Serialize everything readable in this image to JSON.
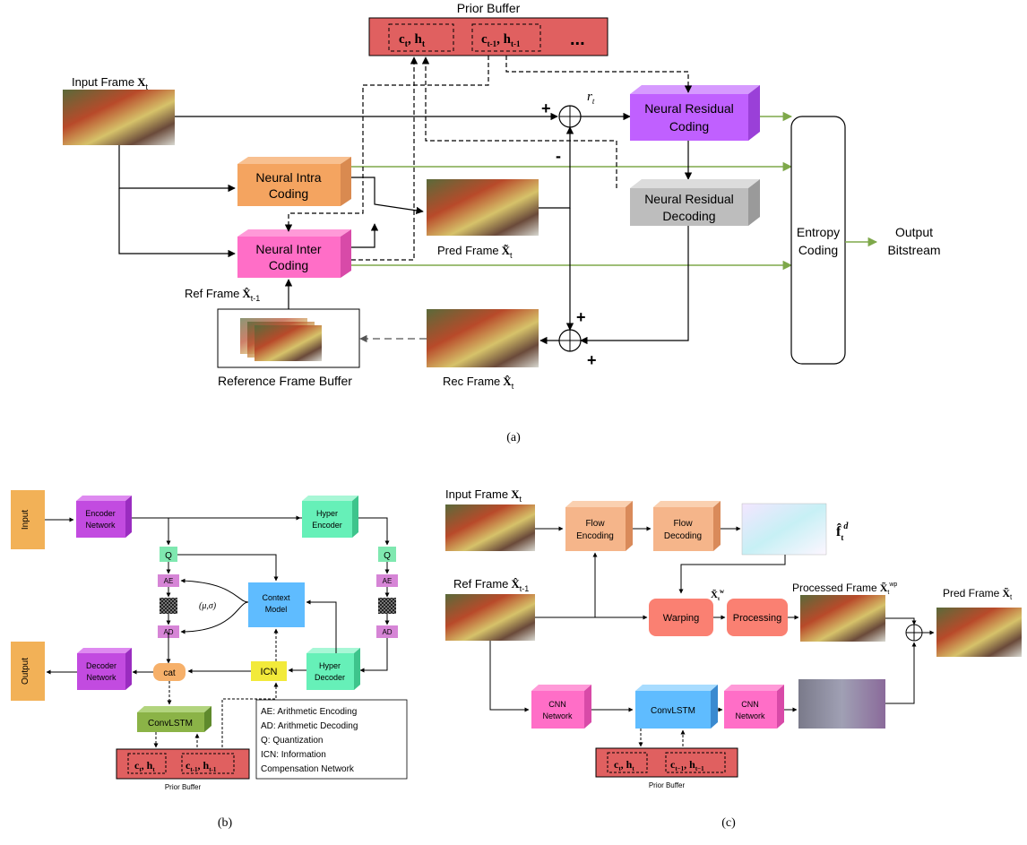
{
  "panel_a": {
    "caption": "(a)",
    "prior_buffer": {
      "title": "Prior Buffer",
      "cell_current": "c",
      "cell_current_sub": "t",
      "cell_h": "h",
      "cell_prev": "c",
      "cell_prev_sub": "t-1",
      "cell_h_prev_sub": "t-1",
      "ellipsis": "..."
    },
    "input_frame": "Input Frame",
    "input_frame_sym": "X",
    "input_frame_sub": "t",
    "neural_intra": [
      "Neural Intra",
      "Coding"
    ],
    "neural_inter": [
      "Neural Inter",
      "Coding"
    ],
    "pred_frame": "Pred Frame",
    "pred_sym": "X̃",
    "pred_sub": "t",
    "ref_frame": "Ref Frame",
    "ref_sym": "X̂",
    "ref_sub": "t-1",
    "reference_buffer": "Reference Frame Buffer",
    "rec_frame": "Rec Frame",
    "rec_sym": "X̂",
    "rec_sub": "t",
    "residual_label": "r",
    "residual_sub": "t",
    "plus": "+",
    "minus": "-",
    "neural_residual_coding": [
      "Neural Residual",
      "Coding"
    ],
    "neural_residual_decoding": [
      "Neural Residual",
      "Decoding"
    ],
    "entropy_coding": [
      "Entropy",
      "Coding"
    ],
    "output_bitstream": [
      "Output",
      "Bitstream"
    ]
  },
  "panel_b": {
    "caption": "(b)",
    "input": "Input",
    "output": "Output",
    "encoder": [
      "Encoder",
      "Network"
    ],
    "decoder": [
      "Decoder",
      "Network"
    ],
    "hyper_encoder": [
      "Hyper",
      "Encoder"
    ],
    "hyper_decoder": [
      "Hyper",
      "Decoder"
    ],
    "q": "Q",
    "ae": "AE",
    "ad": "AD",
    "context_model": [
      "Context",
      "Model"
    ],
    "mu_sigma": "(μ,σ)",
    "icn": "ICN",
    "cat": "cat",
    "convlstm": "ConvLSTM",
    "prior_buffer": "Prior Buffer",
    "legend": [
      "AE: Arithmetic Encoding",
      "AD: Arithmetic Decoding",
      "Q: Quantization",
      "ICN: Information",
      "Compensation Network"
    ]
  },
  "panel_c": {
    "caption": "(c)",
    "input_frame": "Input Frame",
    "ref_frame": "Ref Frame",
    "flow_encoding": [
      "Flow",
      "Encoding"
    ],
    "flow_decoding": [
      "Flow",
      "Decoding"
    ],
    "flow_sym": "f̂",
    "flow_sup": "d",
    "warping": "Warping",
    "processing": "Processing",
    "warp_sym": "X̃",
    "warp_sup": "w",
    "processed_frame": "Processed Frame",
    "processed_sup": "wp",
    "pred_frame": "Pred Frame",
    "cnn_network": [
      "CNN",
      "Network"
    ],
    "convlstm": "ConvLSTM",
    "prior_buffer": "Prior Buffer"
  },
  "colors": {
    "prior_buffer": "#e06060",
    "intra": "#f4a460",
    "inter": "#ff6ec7",
    "residual_coding": "#c060ff",
    "residual_decoding": "#bdbdbd",
    "green_arrow": "#7ea84a",
    "encoder_purple": "#c24be0",
    "hyper_mint": "#66f0b8",
    "context_blue": "#5fbcff",
    "icn_yellow": "#f2ea3a",
    "cat_orange": "#f6b06a",
    "convlstm_green": "#8bb347",
    "io_orange": "#f2b157",
    "flow_peach": "#f5b58a",
    "warp_salmon": "#fa8072"
  }
}
